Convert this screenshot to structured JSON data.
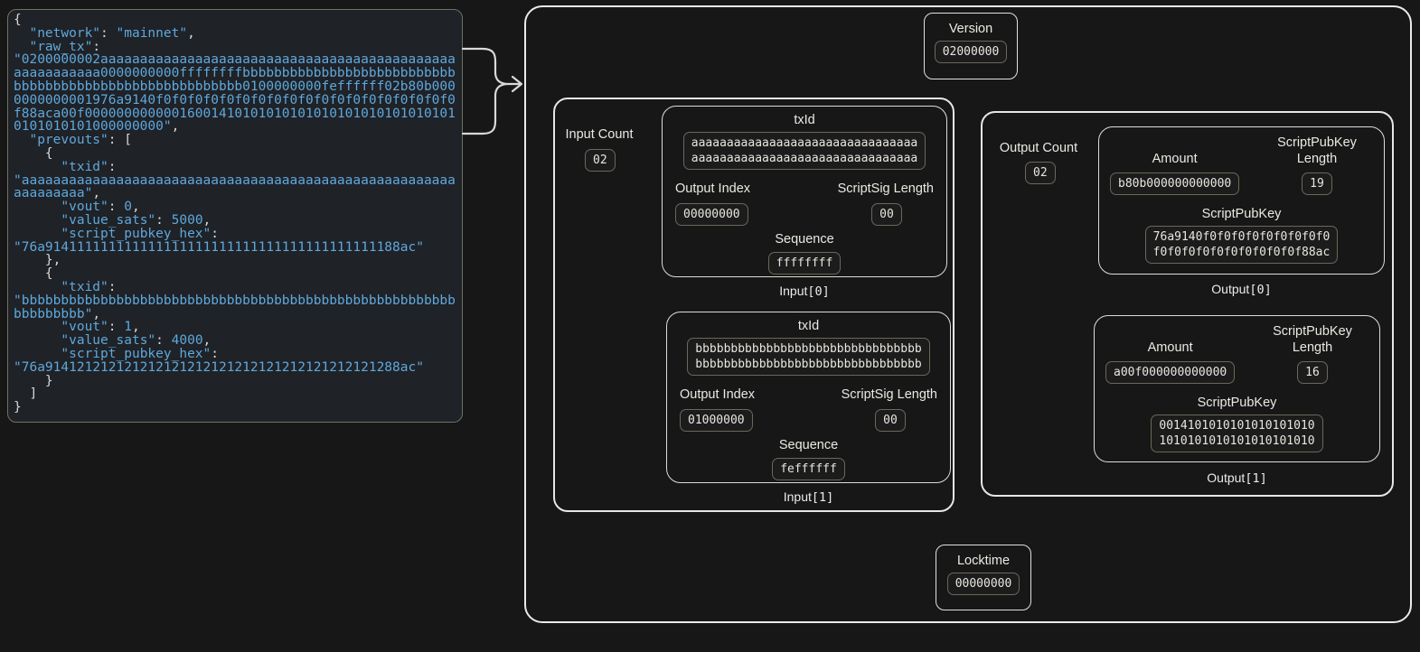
{
  "colors": {
    "accent_blue": "#5fa8dc",
    "punctuation": "#d8d8d8",
    "box_border": "#e6e6e6",
    "pill_border": "#6c675a"
  },
  "json_panel": {
    "code": "{\n  \"network\": \"mainnet\",\n  \"raw_tx\":\n\"0200000002aaaaaaaaaaaaaaaaaaaaaaaaaaaaaaaaaaaaaaaaaaaaaaaaaaaaaaaa0000000000ffffffffbbbbbbbbbbbbbbbbbbbbbbbbbbbbbbbbbbbbbbbbbbbbbbbbbbbbbbbb0100000000feffffff02b80b0000000000001976a9140f0f0f0f0f0f0f0f0f0f0f0f0f0f0f0f0f0f0f0f88aca00f000000000000160014101010101010101010101010101010101010101000000000\",\n  \"prevouts\": [\n    {\n      \"txid\":\n\"aaaaaaaaaaaaaaaaaaaaaaaaaaaaaaaaaaaaaaaaaaaaaaaaaaaaaaaaaaaaaaaa\",\n      \"vout\": 0,\n      \"value_sats\": 5000,\n      \"script_pubkey_hex\":\n\"76a914111111111111111111111111111111111111111188ac\"\n    },\n    {\n      \"txid\":\n\"bbbbbbbbbbbbbbbbbbbbbbbbbbbbbbbbbbbbbbbbbbbbbbbbbbbbbbbbbbbbbbbb\",\n      \"vout\": 1,\n      \"value_sats\": 4000,\n      \"script_pubkey_hex\":\n\"76a914121212121212121212121212121212121212121288ac\"\n    }\n  ]\n}"
  },
  "labels": {
    "version": "Version",
    "input_count": "Input Count",
    "output_count": "Output Count",
    "txid": "txId",
    "output_index": "Output Index",
    "scriptsig_length": "ScriptSig Length",
    "sequence": "Sequence",
    "amount": "Amount",
    "spk_length": "ScriptPubKey Length",
    "spk": "ScriptPubKey",
    "locktime": "Locktime"
  },
  "diagram": {
    "version": {
      "value": "02000000"
    },
    "locktime": {
      "value": "00000000"
    },
    "inputs": {
      "count": "02",
      "items": [
        {
          "caption": "Input",
          "index": "[0]",
          "txid": "aaaaaaaaaaaaaaaaaaaaaaaaaaaaaaaaaaaaaaaaaaaaaaaaaaaaaaaaaaaaaaaa",
          "output_index": "00000000",
          "scriptsig_length": "00",
          "sequence": "ffffffff"
        },
        {
          "caption": "Input",
          "index": "[1]",
          "txid": "bbbbbbbbbbbbbbbbbbbbbbbbbbbbbbbbbbbbbbbbbbbbbbbbbbbbbbbbbbbbbbbb",
          "output_index": "01000000",
          "scriptsig_length": "00",
          "sequence": "feffffff"
        }
      ]
    },
    "outputs": {
      "count": "02",
      "items": [
        {
          "caption": "Output",
          "index": "[0]",
          "amount": "b80b000000000000",
          "spk_length": "19",
          "spk": "76a9140f0f0f0f0f0f0f0f0f0f0f0f0f0f0f0f0f0f0f0f88ac"
        },
        {
          "caption": "Output",
          "index": "[1]",
          "amount": "a00f000000000000",
          "spk_length": "16",
          "spk": "00141010101010101010101010101010101010101010"
        }
      ]
    }
  }
}
